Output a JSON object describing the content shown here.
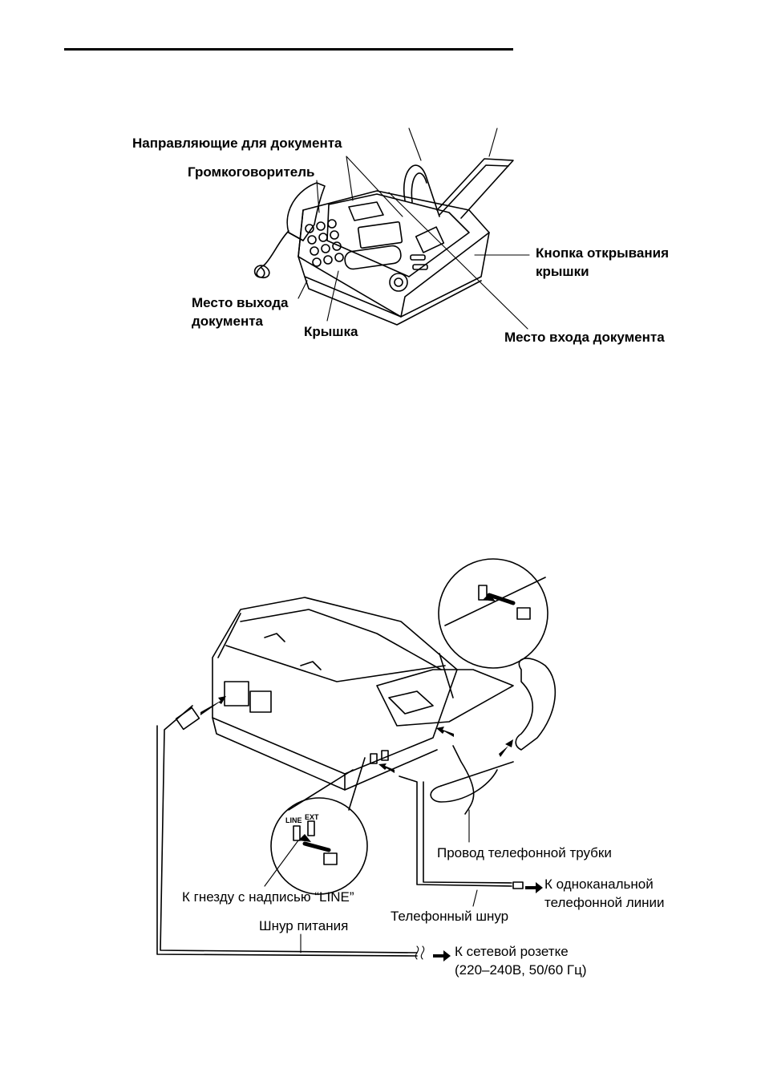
{
  "figure1": {
    "labels": {
      "doc_guides": "Направляющие для документа",
      "speaker": "Громкоговоритель",
      "cover_button_1": "Кнопка открывания",
      "cover_button_2": "крышки",
      "doc_exit_1": "Место выхода",
      "doc_exit_2": "документа",
      "cover": "Крышка",
      "doc_entry": "Место входа документа"
    }
  },
  "figure2": {
    "labels": {
      "handset_cord": "Провод телефонной трубки",
      "line_jack": "К гнезду с надписью “LINE”",
      "line_to_1": "К одноканальной",
      "line_to_2": "телефонной линии",
      "phone_cord": "Телефонный шнур",
      "power_cord": "Шнур питания",
      "outlet_1": "К сетевой розетке",
      "outlet_2": "(220–240В, 50/60 Гц)",
      "jack_line": "LINE",
      "jack_ext": "EXT"
    }
  }
}
